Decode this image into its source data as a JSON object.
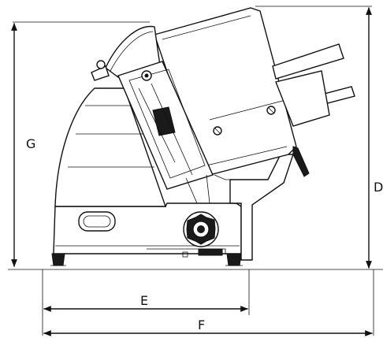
{
  "dimensions": {
    "G": "G",
    "D": "D",
    "E": "E",
    "F": "F"
  },
  "colors": {
    "line": "#111111",
    "background": "#ffffff"
  }
}
